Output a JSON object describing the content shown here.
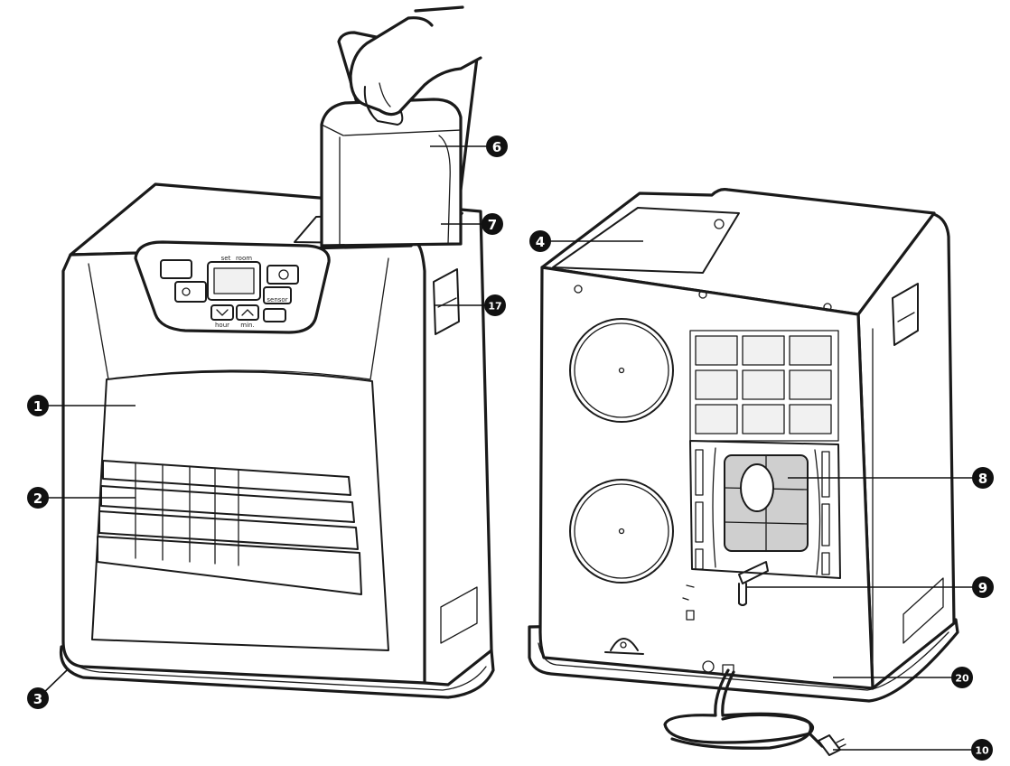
{
  "callouts": [
    {
      "id": "c1",
      "number": "1"
    },
    {
      "id": "c2",
      "number": "2"
    },
    {
      "id": "c3",
      "number": "3"
    },
    {
      "id": "c4",
      "number": "4"
    },
    {
      "id": "c6",
      "number": "6"
    },
    {
      "id": "c7",
      "number": "7"
    },
    {
      "id": "c17",
      "number": "17"
    },
    {
      "id": "c8",
      "number": "8"
    },
    {
      "id": "c9",
      "number": "9"
    },
    {
      "id": "c20",
      "number": "20"
    },
    {
      "id": "c10",
      "number": "10"
    }
  ],
  "control_panel": {
    "set_label": "set",
    "room_label": "room",
    "hour_label": "hour",
    "min_label": "min.",
    "sensor_label": "sensor"
  }
}
